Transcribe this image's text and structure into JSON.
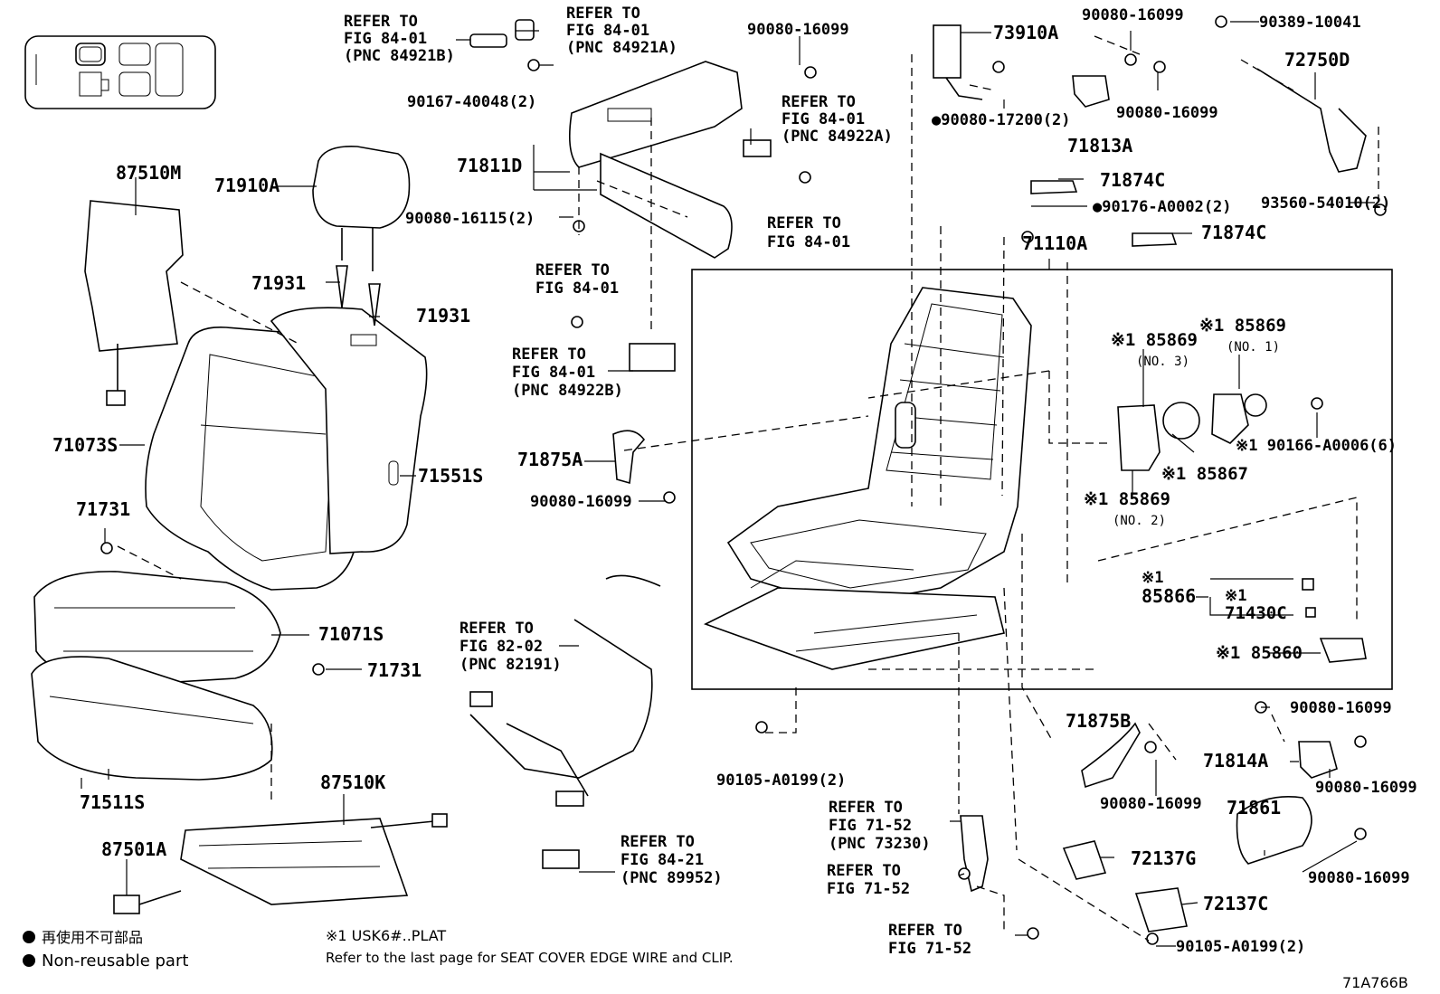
{
  "labels": {
    "refer_84_01_a": "REFER TO",
    "refer_84_01_a2": "FIG 84-01",
    "refer_84_01_a3": "(PNC 84921B)",
    "refer_84_01_b": "REFER TO",
    "refer_84_01_b2": "FIG 84-01",
    "refer_84_01_b3": "(PNC 84921A)",
    "p90080_16099_a": "90080-16099",
    "p90167": "90167-40048(2)",
    "p73910A": "73910A",
    "p90080_17200": "●90080-17200(2)",
    "p90080_16099_b": "90080-16099",
    "p90080_16099_c": "90080-16099",
    "p71813A": "71813A",
    "p90389": "90389-10041",
    "p72750D": "72750D",
    "refer_84922a_1": "REFER TO",
    "refer_84922a_2": "FIG 84-01",
    "refer_84922a_3": "(PNC 84922A)",
    "p71811D": "71811D",
    "p87510M": "87510M",
    "p71910A": "71910A",
    "p90080_16115": "90080-16115(2)",
    "refer_84_01_c1": "REFER TO",
    "refer_84_01_c2": "FIG 84-01",
    "p71874C_a": "71874C",
    "p90176": "●90176-A0002(2)",
    "p93560": "93560-54010(2)",
    "p71874C_b": "71874C",
    "p71110A": "71110A",
    "refer_84_01_d1": "REFER TO",
    "refer_84_01_d2": "FIG 84-01",
    "refer_84922b_1": "REFER TO",
    "refer_84922b_2": "FIG 84-01",
    "refer_84922b_3": "(PNC 84922B)",
    "p71931_a": "71931",
    "p71931_b": "71931",
    "p85869_no3": "※1 85869",
    "p85869_no3_sub": "(NO. 3)",
    "p85869_no1": "※1 85869",
    "p85869_no1_sub": "(NO. 1)",
    "p71073S": "71073S",
    "p71551S": "71551S",
    "p71875A": "71875A",
    "p90080_16099_d": "90080-16099",
    "p90166": "※1 90166-A0006(6)",
    "p85867": "※1 85867",
    "p85869_no2": "※1 85869",
    "p85869_no2_sub": "(NO. 2)",
    "p71731_a": "71731",
    "p85866_mark": "※1",
    "p85866": "85866",
    "p71430C_mark": "※1",
    "p71430C": "71430C",
    "p85860": "※1 85860",
    "refer_82_1": "REFER TO",
    "refer_82_2": "FIG 82-02",
    "refer_82_3": "(PNC 82191)",
    "p71071S": "71071S",
    "p71731_b": "71731",
    "p90080_16099_e": "90080-16099",
    "p71875B": "71875B",
    "p71814A": "71814A",
    "p90080_16099_f": "90080-16099",
    "p90080_16099_g": "90080-16099",
    "p90105_a": "90105-A0199(2)",
    "p71511S": "71511S",
    "p87510K": "87510K",
    "p71861": "71861",
    "refer_71_52_a1": "REFER TO",
    "refer_71_52_a2": "FIG 71-52",
    "refer_71_52_a3": "(PNC 73230)",
    "p90080_16099_h": "90080-16099",
    "refer_84_21_1": "REFER TO",
    "refer_84_21_2": "FIG 84-21",
    "refer_84_21_3": "(PNC 89952)",
    "p87501A": "87501A",
    "p72137G": "72137G",
    "refer_71_52_b1": "REFER TO",
    "refer_71_52_b2": "FIG 71-52",
    "p72137C": "72137C",
    "refer_71_52_c1": "REFER TO",
    "refer_71_52_c2": "FIG 71-52",
    "p90105_b": "90105-A0199(2)",
    "legend_jp": "再使用不可部品",
    "legend_en": "Non-reusable part",
    "note1": "※1 USK6#..PLAT",
    "note2": "Refer to the last page for SEAT COVER EDGE WIRE and CLIP.",
    "fig_code": "71A766B"
  }
}
